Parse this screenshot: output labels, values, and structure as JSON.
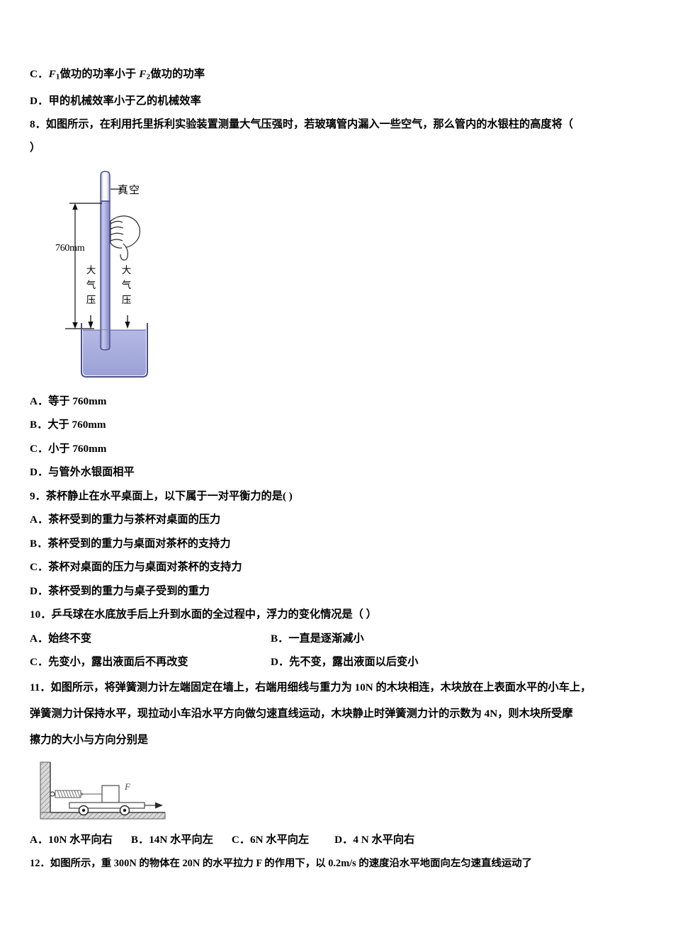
{
  "document": {
    "type": "physics-exam-page",
    "language": "zh-CN"
  },
  "q7_options": {
    "c": "C．F1做功的功率小于F2做功的功率",
    "c_letter": "C．",
    "c_part1": "做功的功率小于",
    "c_part2": "做功的功率",
    "c_f1": "F",
    "c_f1_sub": "1",
    "c_f2": "F",
    "c_f2_sub": "2",
    "d_letter": "D．",
    "d_text": "甲的机械效率小于乙的机械效率"
  },
  "q8": {
    "number": "8．",
    "stem_line1": "如图所示，在利用托里拆利实验装置测量大气压强时，若玻璃管内漏入一些空气，那么管内的水银柱的高度将（",
    "stem_line2": "）",
    "figure": {
      "name": "torricelli-experiment",
      "label_vacuum": "真空",
      "label_height": "760mm",
      "label_atm_left": "大气压",
      "label_atm_right": "大气压",
      "mercury_color": "#a8aede",
      "tube_color": "#b0b4e0",
      "outline_color": "#3b3f7a"
    },
    "options": [
      {
        "letter": "A．",
        "text": "等于 760mm"
      },
      {
        "letter": "B．",
        "text": "大于 760mm"
      },
      {
        "letter": "C．",
        "text": "小于 760mm"
      },
      {
        "letter": "D．",
        "text": "与管外水银面相平"
      }
    ]
  },
  "q9": {
    "number": "9．",
    "stem": "茶杯静止在水平桌面上，以下属于一对平衡力的是(      )",
    "options": [
      {
        "letter": "A．",
        "text": "茶杯受到的重力与茶杯对桌面的压力"
      },
      {
        "letter": "B．",
        "text": "茶杯受到的重力与桌面对茶杯的支持力"
      },
      {
        "letter": "C．",
        "text": "茶杯对桌面的压力与桌面对茶杯的支持力"
      },
      {
        "letter": "D．",
        "text": "茶杯受到的重力与桌子受到的重力"
      }
    ]
  },
  "q10": {
    "number": "10．",
    "stem": "乒乓球在水底放手后上升到水面的全过程中，浮力的变化情况是（      ）",
    "options": [
      {
        "letter": "A．",
        "text": "始终不变"
      },
      {
        "letter": "B．",
        "text": "一直是逐渐减小"
      },
      {
        "letter": "C．",
        "text": "先变小，露出液面后不再改变"
      },
      {
        "letter": "D．",
        "text": "先不变，露出液面以后变小"
      }
    ]
  },
  "q11": {
    "number": "11．",
    "stem_line1": "如图所示，将弹簧测力计左端固定在墙上，右端用细线与重力为 10N 的木块相连，木块放在上表面水平的小车上，",
    "stem_line2": "弹簧测力计保持水平，现拉动小车沿水平方向做匀速直线运动，木块静止时弹簧测力计的示数为 4N，则木块所受摩",
    "stem_line3": "擦力的大小与方向分别是",
    "figure": {
      "name": "spring-scale-cart",
      "force_label": "F"
    },
    "options": [
      {
        "letter": "A．",
        "text": "10N 水平向右"
      },
      {
        "letter": "B．",
        "text": "14N 水平向左"
      },
      {
        "letter": "C．",
        "text": "6N 水平向左"
      },
      {
        "letter": "D．",
        "text": "4 N 水平向右"
      }
    ]
  },
  "q12": {
    "number": "12．",
    "stem": "如图所示，重 300N 的物体在 20N 的水平拉力 F 的作用下，以 0.2m/s 的速度沿水平地面向左匀速直线运动了"
  }
}
